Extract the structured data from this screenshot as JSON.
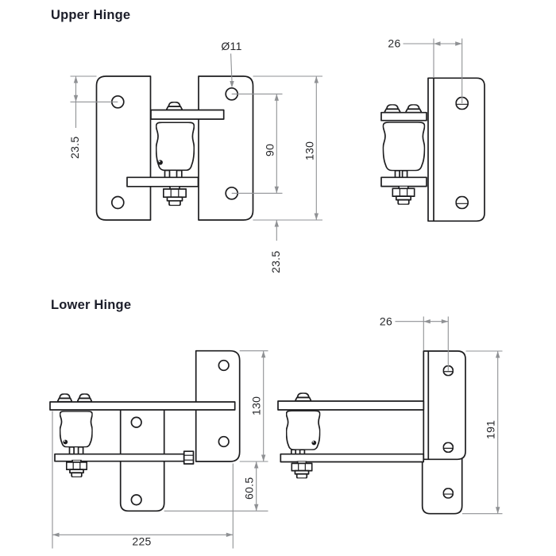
{
  "page": {
    "background": "#ffffff"
  },
  "colors": {
    "line": "#1d1d1f",
    "dimension": "#8f9194",
    "label": "#26272a",
    "title": "#1b1d29"
  },
  "sections": {
    "upper": {
      "title": "Upper Hinge",
      "front_view": {
        "hole_diameter": "Ø11",
        "top_hole_offset": "23.5",
        "hole_spacing": "90",
        "plate_height": "130",
        "bottom_hole_offset": "23.5"
      },
      "side_view": {
        "hole_to_edge": "26"
      }
    },
    "lower": {
      "title": "Lower Hinge",
      "front_view": {
        "plate_height": "130",
        "bottom_extension": "60.5",
        "arm_length": "225"
      },
      "side_view": {
        "hole_to_edge": "26",
        "overall_height": "191"
      }
    }
  }
}
